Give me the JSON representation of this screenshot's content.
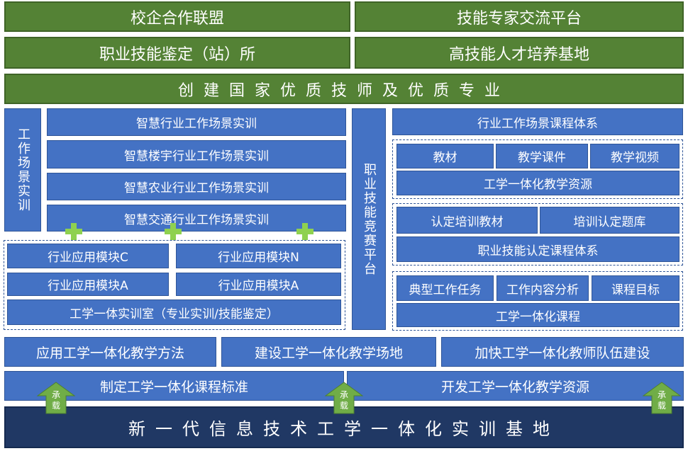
{
  "top": {
    "row1_left": "校企合作联盟",
    "row1_right": "技能专家交流平台",
    "row2_left": "职业技能鉴定（站）所",
    "row2_right": "高技能人才培养基地",
    "banner": "创建国家优质技师及优质专业"
  },
  "left": {
    "vertical_label": "工作场景实训",
    "scenes": [
      "智慧行业工作场景实训",
      "智慧楼宇行业工作场景实训",
      "智慧农业行业工作场景实训",
      "智慧交通行业工作场景实训"
    ],
    "modules": [
      "行业应用模块C",
      "行业应用模块N",
      "行业应用模块A",
      "行业应用模块A"
    ],
    "lab": "工学一体实训室（专业实训/技能鉴定）"
  },
  "middle": {
    "vertical_label": "职业技能竞赛平台"
  },
  "right": {
    "course_system": "行业工作场景课程体系",
    "resources": [
      "教材",
      "教学课件",
      "教学视频"
    ],
    "resource_title": "工学一体化教学资源",
    "cert": [
      "认定培训教材",
      "培训认定题库"
    ],
    "cert_title": "职业技能认定课程体系",
    "course_items": [
      "典型工作任务",
      "工作内容分析",
      "课程目标"
    ],
    "course_title": "工学一体化课程"
  },
  "bottom": {
    "methods": [
      "应用工学一体化教学方法",
      "建设工学一体化教学场地",
      "加快工学一体化教师队伍建设"
    ],
    "standard": "制定工学一体化课程标准",
    "resources": "开发工学一体化教学资源",
    "arrow_label_top": "承",
    "arrow_label_bottom": "载",
    "base": "新一代信息技术工学一体化实训基地"
  },
  "colors": {
    "green": "#548235",
    "blue": "#4472c4",
    "navy": "#203864",
    "plus": "#8fd14f"
  }
}
